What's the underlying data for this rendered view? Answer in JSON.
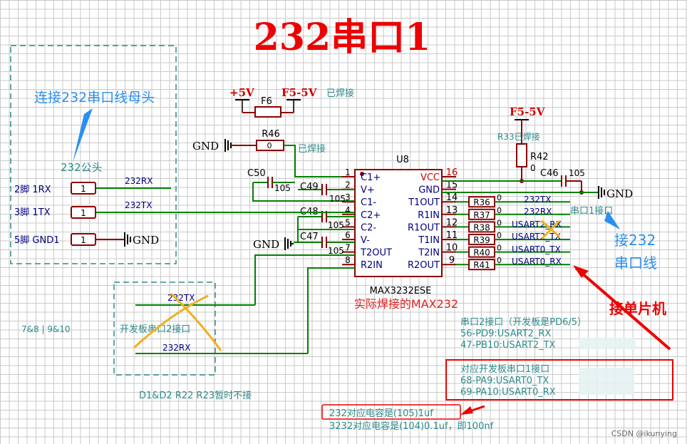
{
  "title": "232串口1",
  "chip": {
    "ref": "U8",
    "part": "MAX3232ESE",
    "actual": "实际焊接的MAX232",
    "left_pins": [
      {
        "num": "1",
        "name": "C1+"
      },
      {
        "num": "2",
        "name": "V+"
      },
      {
        "num": "3",
        "name": "C1-"
      },
      {
        "num": "4",
        "name": "C2+"
      },
      {
        "num": "5",
        "name": "C2-"
      },
      {
        "num": "6",
        "name": "V-"
      },
      {
        "num": "7",
        "name": "T2OUT"
      },
      {
        "num": "8",
        "name": "R2IN"
      }
    ],
    "right_pins": [
      {
        "num": "16",
        "name": "VCC"
      },
      {
        "num": "15",
        "name": "GND"
      },
      {
        "num": "14",
        "name": "T1OUT"
      },
      {
        "num": "13",
        "name": "R1IN"
      },
      {
        "num": "12",
        "name": "R1OUT"
      },
      {
        "num": "11",
        "name": "T1IN"
      },
      {
        "num": "10",
        "name": "T2IN"
      },
      {
        "num": "9",
        "name": "R2OUT"
      }
    ]
  },
  "power": {
    "p5v": "+5V",
    "f55v": "F5-5V",
    "f55v_right": "F5-5V",
    "fuse": "F6",
    "soldered": "已焊接",
    "gnd": "GND"
  },
  "resistors": [
    {
      "ref": "R46",
      "value": "0",
      "note": "已焊接"
    },
    {
      "ref": "R33",
      "value": "",
      "note": "已焊接"
    },
    {
      "ref": "R42",
      "value": "0",
      "note": ""
    },
    {
      "ref": "R36",
      "value": "0"
    },
    {
      "ref": "R37",
      "value": "0"
    },
    {
      "ref": "R38",
      "value": "0"
    },
    {
      "ref": "R39",
      "value": "0"
    },
    {
      "ref": "R40",
      "value": "0"
    },
    {
      "ref": "R41",
      "value": "0"
    }
  ],
  "capacitors": [
    {
      "ref": "C50",
      "value": "105"
    },
    {
      "ref": "C49",
      "value": "105"
    },
    {
      "ref": "C48",
      "value": "105"
    },
    {
      "ref": "C47",
      "value": "105"
    },
    {
      "ref": "C46",
      "value": "105"
    }
  ],
  "nets": {
    "rx232": "232RX",
    "tx232": "232TX",
    "usart2_rx": "USART2_RX",
    "usart2_tx": "USART2_TX",
    "usart0_tx": "USART0_TX",
    "usart0_rx": "USART0_RX"
  },
  "left_box": {
    "label": "连接232串口线母头",
    "connector": "232公头",
    "pins": [
      {
        "label": "2脚 1RX",
        "num": "1"
      },
      {
        "label": "3脚 1TX",
        "num": "1"
      },
      {
        "label": "5脚 GND1",
        "num": "1"
      }
    ]
  },
  "lower_box": {
    "label": "开发板串口2接口",
    "tx": "232TX",
    "rx": "232RX"
  },
  "side_note": "7&8 | 9&10",
  "bottom_note": "D1&D2 R22 R23暂时不接",
  "uart1_label": "串口1接口",
  "blue_note": [
    "接232",
    "串口线"
  ],
  "red_note": "接单片机",
  "notes": {
    "uart2": [
      "串口2接口（开发板是PD6/5）",
      "56-PD9:USART2_RX",
      "47-PB10:USART2_TX"
    ],
    "uart1": [
      "对应开发板串口1接口",
      "68-PA9:USART0_TX",
      "69-PA10:USART0_RX"
    ],
    "cap232": "232对应电容是(105)1uf",
    "cap3232": "3232对应电容是(104)0.1uf，即100nf"
  },
  "watermark": "CSDN @ikunying",
  "colors": {
    "wire": "#008000",
    "blue": "#000080",
    "red": "#cc0000",
    "teal": "#2e8b8b",
    "title": "#ee0000",
    "orange": "#f0b020",
    "annot_blue": "#2a8ff0"
  }
}
